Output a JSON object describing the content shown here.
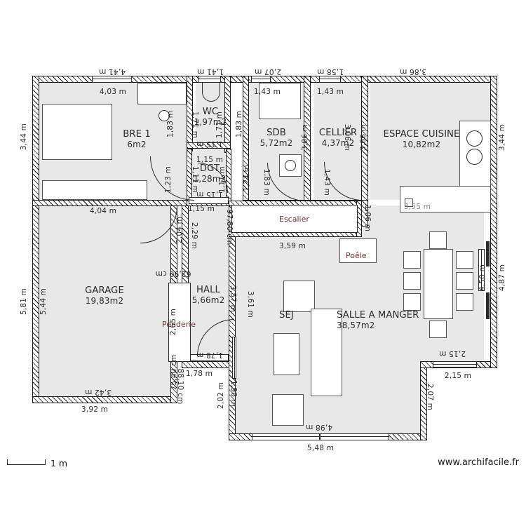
{
  "app": {
    "watermark": "www.archifacile.fr",
    "scale_label": "1 m"
  },
  "rooms": [
    {
      "key": "chambre1",
      "name": "BRE 1",
      "area": "6m2",
      "clipped": true
    },
    {
      "key": "wc",
      "name": "WC",
      "area": "1,97m2",
      "clipped": false
    },
    {
      "key": "dgt",
      "name": "DGT",
      "area": "1,28m2",
      "clipped": false
    },
    {
      "key": "sdb",
      "name": "SDB",
      "area": "5,72m2",
      "clipped": false
    },
    {
      "key": "cellier",
      "name": "CELLIER",
      "area": "4,37m2",
      "clipped": false
    },
    {
      "key": "cuisine",
      "name": "ESPACE CUISINE",
      "area": "10,82m2",
      "clipped": false
    },
    {
      "key": "garage",
      "name": "GARAGE",
      "area": "19,83m2",
      "clipped": false
    },
    {
      "key": "hall",
      "name": "HALL",
      "area": "5,66m2",
      "clipped": false
    },
    {
      "key": "sejour",
      "name": "SEJ",
      "area": "",
      "clipped": true
    },
    {
      "key": "salle",
      "name": "SALLE A MANGER",
      "area": "38,57m2",
      "clipped": false
    }
  ],
  "features": [
    {
      "key": "escalier",
      "label": "Escalier"
    },
    {
      "key": "poele",
      "label": "Poêle"
    },
    {
      "key": "penderie",
      "label": "Penderie"
    }
  ],
  "dimensions": {
    "top_outer": [
      "4,41 m",
      "1,41 m",
      "2,07 m",
      "1,58 m",
      "3,86 m"
    ],
    "top_inner": [
      "4,03 m",
      "1,43 m",
      "1,43 m"
    ],
    "left_outer": [
      "3,44 m",
      "5,81 m"
    ],
    "left_inner": [
      "5,44 m"
    ],
    "right_outer": [
      "3,44 m",
      "4,87 m"
    ],
    "right_inner": [
      "4,50 m"
    ],
    "bottom": [
      "3,92 m",
      "5,48 m",
      "2,15 m"
    ],
    "interior": [
      "1,83 m",
      "1,71 m",
      "1,71 m",
      "1,15 m",
      "1,23 m",
      "1,11 m",
      "1,11 m",
      "1,15 m",
      "1,15 m",
      "1,24 m",
      "1,83 m",
      "1,83 m",
      "3,06 m",
      "3,06 m",
      "3,06 m",
      "1,43 m",
      "4,04 m",
      "2,04 m",
      "2,29 m",
      "97,80 cm",
      "62,90 cm",
      "2,65 m",
      "75,40 cm",
      "88,10 cm",
      "3,42 m",
      "3,57 m",
      "3,61 m",
      "1,78 m",
      "1,78 m",
      "2,02 m",
      "1,90 m",
      "1,06 m",
      "3,59 m",
      "4,98 m",
      "2,15 m",
      "2,07 m",
      "3,55 m",
      "5,44 m",
      "4,50 m"
    ]
  },
  "labels": {
    "d_441": "4,41 m",
    "d_141": "1,41 m",
    "d_207": "2,07 m",
    "d_158": "1,58 m",
    "d_386": "3,86 m",
    "d_403": "4,03 m",
    "d_143a": "1,43 m",
    "d_143b": "1,43 m",
    "d_344L": "3,44 m",
    "d_581": "5,81 m",
    "d_544": "5,44 m",
    "d_344R": "3,44 m",
    "d_487": "4,87 m",
    "d_450": "4,50 m",
    "d_392": "3,92 m",
    "d_548": "5,48 m",
    "d_183a": "1,83 m",
    "d_183b": "1,83 m",
    "d_183c": "1,83 m",
    "d_171a": "1,71 m",
    "d_171b": "1,71 m",
    "d_115a": "1,15 m",
    "d_115b": "1,15 m",
    "d_115c": "1,15 m",
    "d_115d": "1,15 m",
    "d_123": "1,23 m",
    "d_111a": "1,11 m",
    "d_111b": "1,11 m",
    "d_124": "1,24 m",
    "d_306a": "3,06 m",
    "d_306b": "3,06 m",
    "d_306c": "3,06 m",
    "d_143c": "1,43 m",
    "d_404": "4,04 m",
    "d_204": "2,04 m",
    "d_229": "2,29 m",
    "d_9780": "97,80 cm",
    "d_6290": "62,90 cm",
    "d_265": "2,65 m",
    "d_7540": "75,40 cm",
    "d_8810": "88,10 cm",
    "d_342": "3,42 m",
    "d_357": "3,57 m",
    "d_361": "3,61 m",
    "d_178a": "1,78 m",
    "d_178b": "1,78 m",
    "d_202": "2,02 m",
    "d_190": "1,90 m",
    "d_106": "1,06 m",
    "d_359": "3,59 m",
    "d_498": "4,98 m",
    "d_215a": "2,15 m",
    "d_215b": "2,15 m",
    "d_207b": "2,07 m",
    "d_355": "3,55 m"
  },
  "colors": {
    "floor": "#e8e8e8",
    "wall_ink": "#1a1a1a",
    "text": "#2b2b2b",
    "feature_text": "#6b3333",
    "page": "#ffffff"
  }
}
